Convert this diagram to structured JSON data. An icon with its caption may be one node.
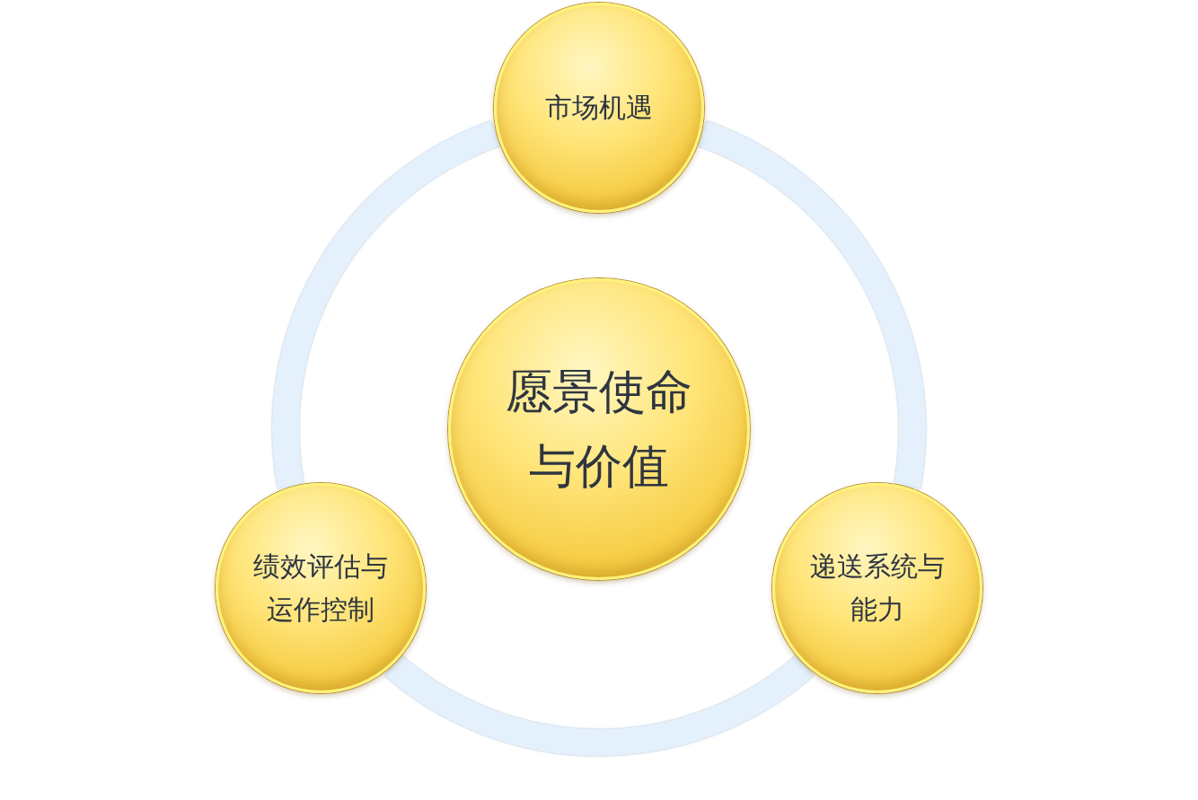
{
  "diagram": {
    "nodes": [
      {
        "text": [
          "市场机遇"
        ]
      },
      {
        "text": [
          "愿景使命与价值"
        ]
      },
      {
        "text": [
          "绩效评估与运作控制"
        ]
      },
      {
        "text": [
          "递送系统与能力"
        ]
      }
    ],
    "edges": [
      {
        "from": 0,
        "to": 3,
        "arrow": "none"
      },
      {
        "from": 3,
        "to": 2,
        "arrow": "none"
      },
      {
        "from": 2,
        "to": 0,
        "arrow": "none"
      }
    ]
  }
}
